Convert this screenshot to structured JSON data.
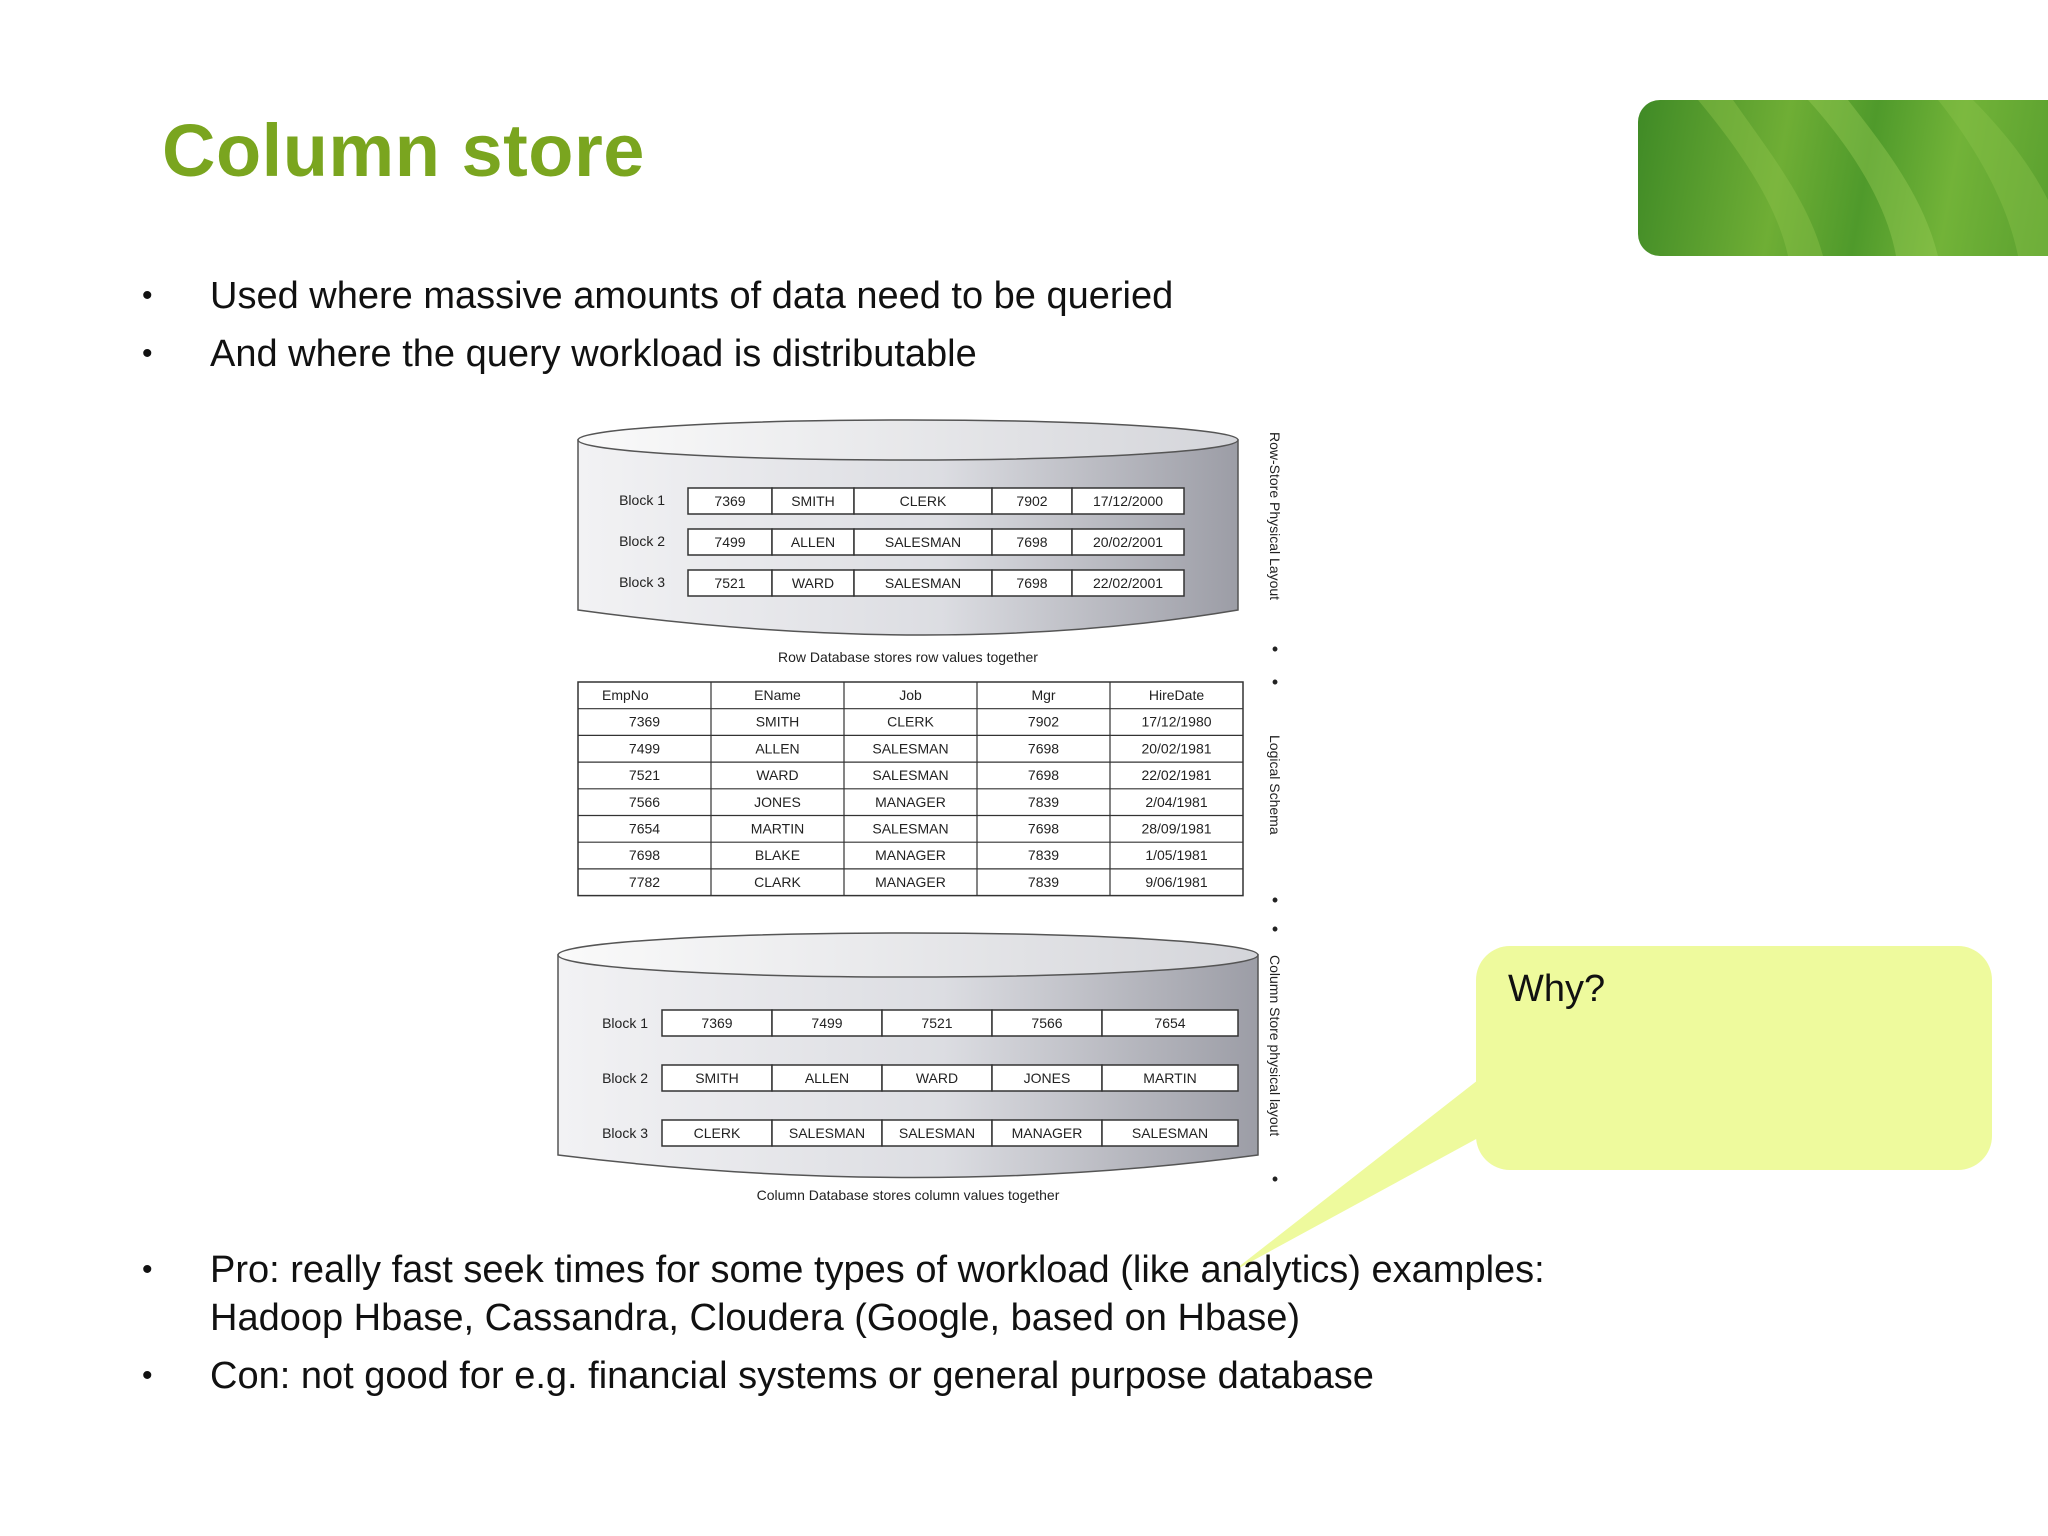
{
  "slide": {
    "title": "Column store",
    "bullets_top": [
      "Used where massive amounts of data need to be queried",
      "And where the query workload is distributable"
    ],
    "bullets_bottom": [
      {
        "line1": "Pro: really fast seek times for some types of workload (like analytics) examples:",
        "line2": "Hadoop Hbase, Cassandra, Cloudera (Google, based on Hbase)"
      },
      {
        "line1": "Con: not good for e.g. financial systems or general purpose database",
        "line2": ""
      }
    ],
    "bullet_glyph": "•",
    "callout_text": "Why?"
  },
  "figure": {
    "row_store": {
      "blocks": [
        {
          "label": "Block 1",
          "cells": [
            "7369",
            "SMITH",
            "CLERK",
            "7902",
            "17/12/2000"
          ]
        },
        {
          "label": "Block 2",
          "cells": [
            "7499",
            "ALLEN",
            "SALESMAN",
            "7698",
            "20/02/2001"
          ]
        },
        {
          "label": "Block 3",
          "cells": [
            "7521",
            "WARD",
            "SALESMAN",
            "7698",
            "22/02/2001"
          ]
        }
      ],
      "caption": "Row Database stores row values together",
      "side_label": "Row-Store Physical Layout"
    },
    "logical": {
      "headers": [
        "EmpNo",
        "EName",
        "Job",
        "Mgr",
        "HireDate"
      ],
      "rows": [
        [
          "7369",
          "SMITH",
          "CLERK",
          "7902",
          "17/12/1980"
        ],
        [
          "7499",
          "ALLEN",
          "SALESMAN",
          "7698",
          "20/02/1981"
        ],
        [
          "7521",
          "WARD",
          "SALESMAN",
          "7698",
          "22/02/1981"
        ],
        [
          "7566",
          "JONES",
          "MANAGER",
          "7839",
          "2/04/1981"
        ],
        [
          "7654",
          "MARTIN",
          "SALESMAN",
          "7698",
          "28/09/1981"
        ],
        [
          "7698",
          "BLAKE",
          "MANAGER",
          "7839",
          "1/05/1981"
        ],
        [
          "7782",
          "CLARK",
          "MANAGER",
          "7839",
          "9/06/1981"
        ]
      ],
      "side_label": "Logical Schema"
    },
    "column_store": {
      "blocks": [
        {
          "label": "Block 1",
          "cells": [
            "7369",
            "7499",
            "7521",
            "7566",
            "7654"
          ]
        },
        {
          "label": "Block 2",
          "cells": [
            "SMITH",
            "ALLEN",
            "WARD",
            "JONES",
            "MARTIN"
          ]
        },
        {
          "label": "Block 3",
          "cells": [
            "CLERK",
            "SALESMAN",
            "SALESMAN",
            "MANAGER",
            "SALESMAN"
          ]
        }
      ],
      "caption": "Column Database stores column values together",
      "side_label": "Column Store physical layout"
    },
    "separator_glyph": "•"
  },
  "colors": {
    "title": "#7aa51f",
    "callout": "#eefa9d",
    "banner": "#5aa02f"
  }
}
